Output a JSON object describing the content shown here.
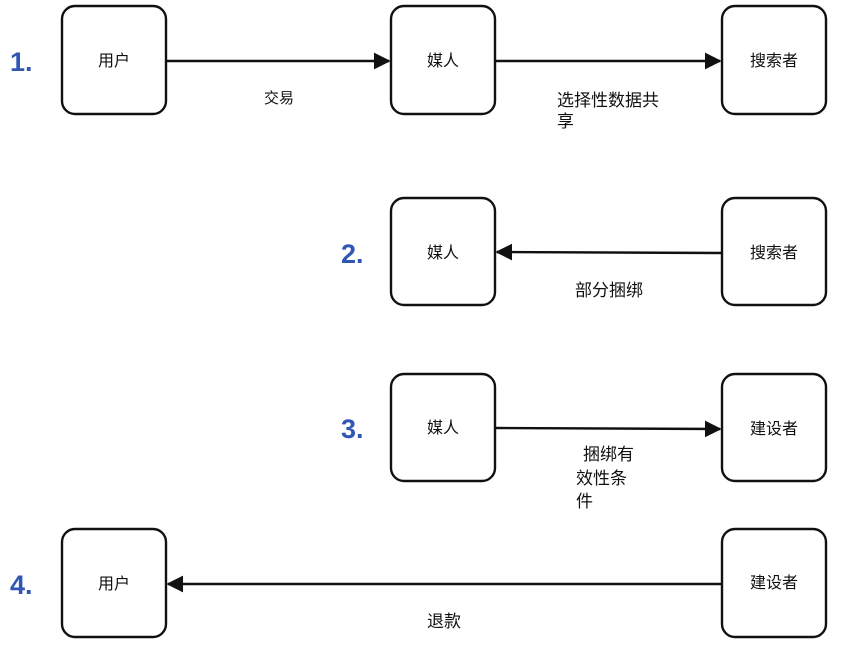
{
  "diagram": {
    "colors": {
      "step_number": "#2f57b3",
      "stroke": "#111111",
      "background": "#ffffff"
    },
    "steps": [
      {
        "number": "1.",
        "nodes": {
          "a": "用户",
          "b": "媒人",
          "c": "搜索者"
        },
        "edges": [
          {
            "label": "交易"
          },
          {
            "label_lines": [
              "选择性数据共",
              "享"
            ]
          }
        ]
      },
      {
        "number": "2.",
        "nodes": {
          "a": "媒人",
          "b": "搜索者"
        },
        "edges": [
          {
            "label": "部分捆绑"
          }
        ]
      },
      {
        "number": "3.",
        "nodes": {
          "a": "媒人",
          "b": "建设者"
        },
        "edges": [
          {
            "label_lines": [
              "捆绑有",
              "效性条",
              "件"
            ]
          }
        ]
      },
      {
        "number": "4.",
        "nodes": {
          "a": "用户",
          "b": "建设者"
        },
        "edges": [
          {
            "label": "退款"
          }
        ]
      }
    ]
  }
}
